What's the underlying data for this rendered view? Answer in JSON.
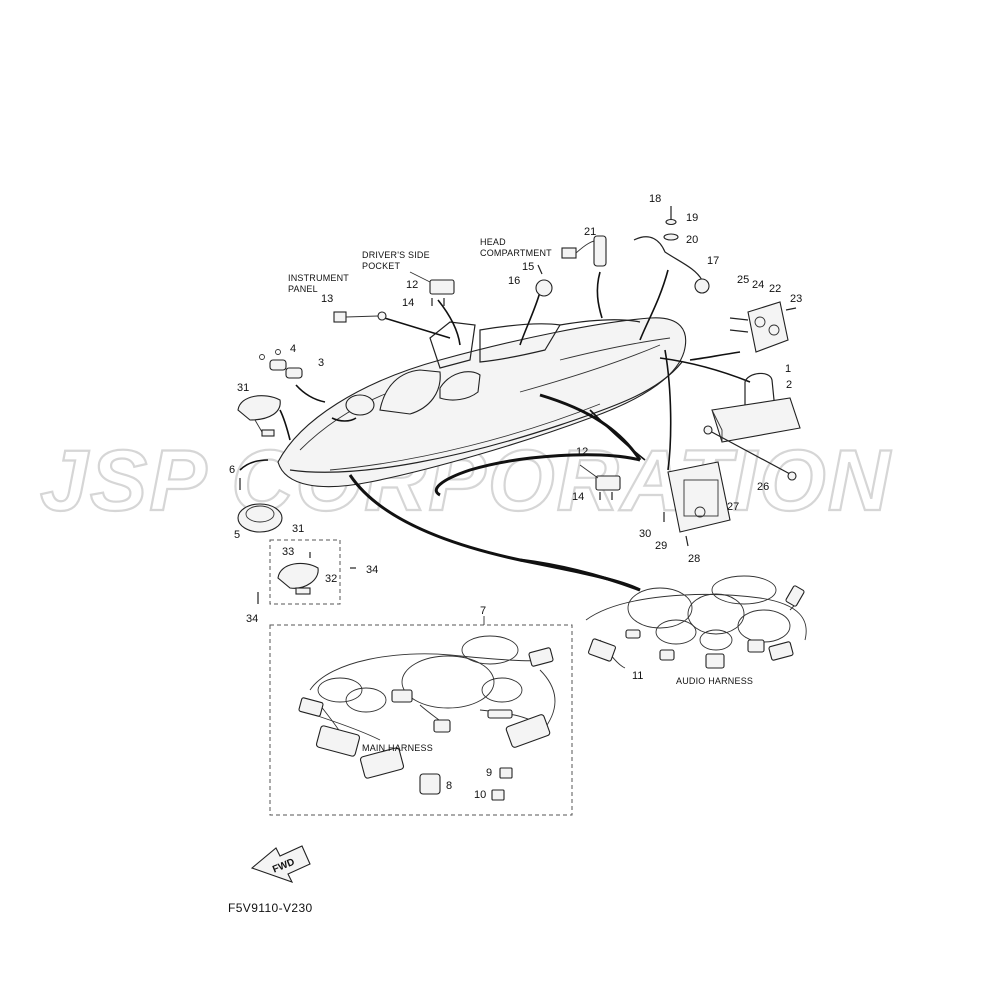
{
  "watermark": "JSP CORPORATION",
  "diagram_code": "F5V9110-V230",
  "fwd_label": "FWD",
  "section_labels": {
    "instrument_panel_1": "INSTRUMENT",
    "instrument_panel_2": "PANEL",
    "drivers_side_1": "DRIVER'S SIDE",
    "drivers_side_2": "POCKET",
    "head_comp_1": "HEAD",
    "head_comp_2": "COMPARTMENT",
    "audio_harness": "AUDIO HARNESS",
    "main_harness": "MAIN HARNESS"
  },
  "callouts": {
    "c1": "1",
    "c2": "2",
    "c3": "3",
    "c4": "4",
    "c5": "5",
    "c6": "6",
    "c7": "7",
    "c8": "8",
    "c9": "9",
    "c10": "10",
    "c11": "11",
    "c12a": "12",
    "c12b": "12",
    "c13": "13",
    "c14a": "14",
    "c14b": "14",
    "c15": "15",
    "c16": "16",
    "c17": "17",
    "c18": "18",
    "c19": "19",
    "c20": "20",
    "c21": "21",
    "c22": "22",
    "c23": "23",
    "c24": "24",
    "c25": "25",
    "c26": "26",
    "c27": "27",
    "c28": "28",
    "c29": "29",
    "c30": "30",
    "c31a": "31",
    "c31b": "31",
    "c32": "32",
    "c33": "33",
    "c34a": "34",
    "c34b": "34"
  }
}
